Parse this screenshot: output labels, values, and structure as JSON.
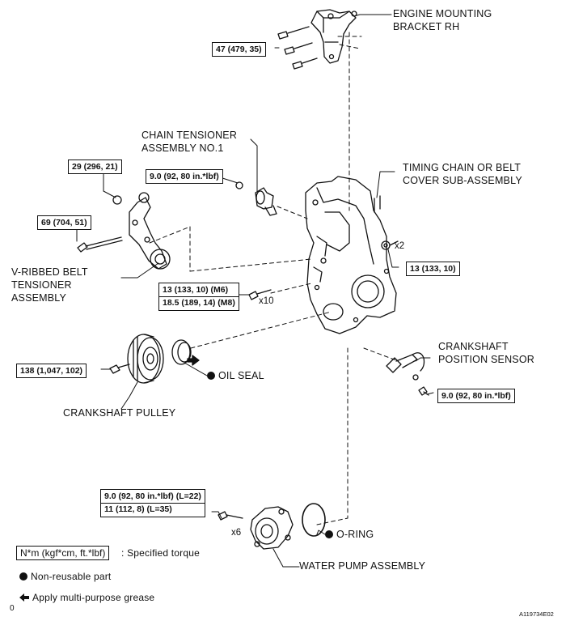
{
  "part_labels": {
    "engine_bracket_1": "ENGINE MOUNTING",
    "engine_bracket_2": "BRACKET RH",
    "chain_tensioner_1": "CHAIN TENSIONER",
    "chain_tensioner_2": "ASSEMBLY NO.1",
    "timing_cover_1": "TIMING CHAIN OR BELT",
    "timing_cover_2": "COVER SUB-ASSEMBLY",
    "vbelt_1": "V-RIBBED BELT",
    "vbelt_2": "TENSIONER",
    "vbelt_3": "ASSEMBLY",
    "crank_sensor_1": "CRANKSHAFT",
    "crank_sensor_2": "POSITION SENSOR",
    "oil_seal": "OIL SEAL",
    "crank_pulley": "CRANKSHAFT PULLEY",
    "o_ring": "O-RING",
    "water_pump": "WATER PUMP ASSEMBLY"
  },
  "torques": {
    "bracket": "47 (479, 35)",
    "tensioner_top": "29 (296, 21)",
    "chain_tensioner": "9.0 (92, 80 in.*lbf)",
    "tensioner_bolt": "69 (704, 51)",
    "cover_stud_nut": "13 (133, 10)",
    "cover_m6": "13 (133, 10) (M6)",
    "cover_m8": "18.5 (189, 14) (M8)",
    "pulley": "138 (1,047, 102)",
    "sensor": "9.0 (92, 80 in.*lbf)",
    "pump_l22": "9.0 (92, 80 in.*lbf) (L=22)",
    "pump_l35": "11 (112, 8) (L=35)"
  },
  "quantities": {
    "nuts": "x2",
    "cover_bolts": "x10",
    "pump_bolts": "x6"
  },
  "legend": {
    "torque_box": "N*m (kgf*cm, ft.*lbf)",
    "torque_desc": ": Specified torque",
    "non_reusable": "Non-reusable part",
    "grease": "Apply multi-purpose grease"
  },
  "footer": {
    "left_mark": "0",
    "figure_id": "A119734E02"
  }
}
